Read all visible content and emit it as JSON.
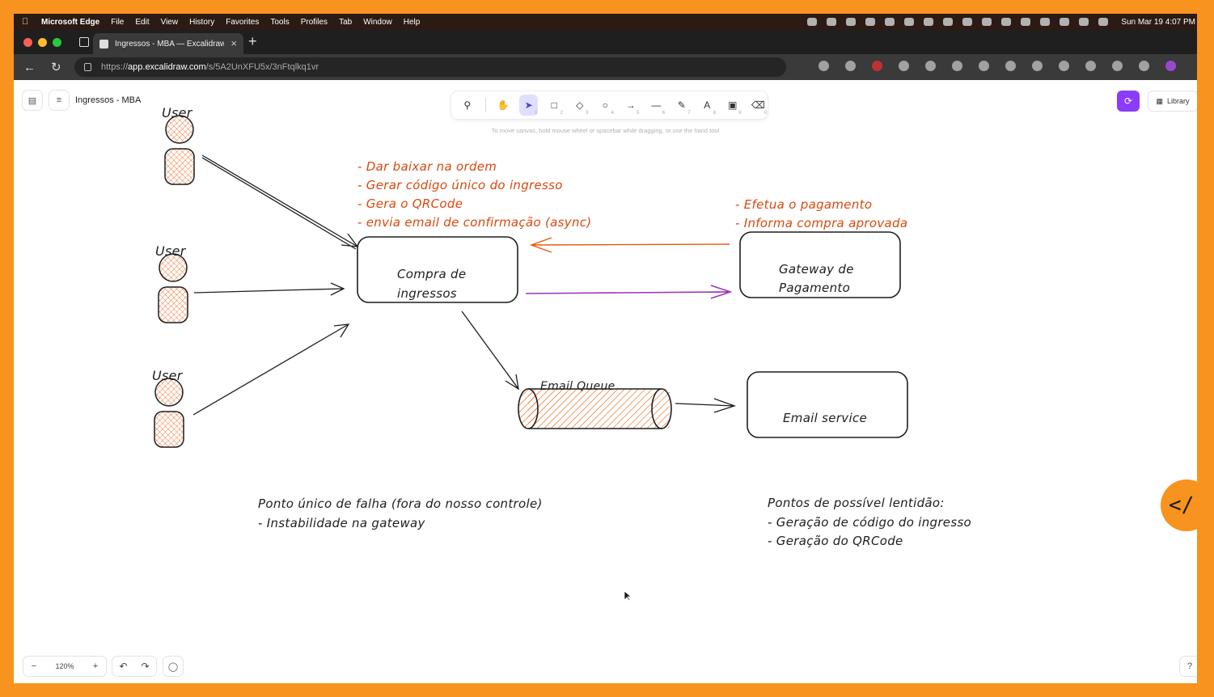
{
  "menubar": {
    "app": "Microsoft Edge",
    "items": [
      "File",
      "Edit",
      "View",
      "History",
      "Favorites",
      "Tools",
      "Profiles",
      "Tab",
      "Window",
      "Help"
    ],
    "clock": "Sun Mar 19  4:07 PM"
  },
  "browser": {
    "tab_title": "Ingressos - MBA — Excalidraw",
    "url_prefix": "https://",
    "url_host": "app.excalidraw.com",
    "url_path": "/s/5A2UnXFU5x/3nFtqlkq1vr"
  },
  "app": {
    "doc_title": "Ingressos - MBA",
    "hint": "To move canvas, hold mouse wheel or spacebar while dragging, or use the hand tool",
    "library_label": "Library",
    "zoom": "120%",
    "tool_numbers": [
      "1",
      "2",
      "3",
      "4",
      "5",
      "6",
      "7",
      "8",
      "9",
      "0"
    ]
  },
  "diagram": {
    "users": [
      "User",
      "User",
      "User"
    ],
    "compra": [
      "Compra de",
      "ingressos"
    ],
    "gateway": [
      "Gateway de",
      "Pagamento"
    ],
    "email_queue": "Email Queue",
    "email_service": "Email service",
    "compra_notes": [
      "- Dar baixar na ordem",
      "- Gerar código único do ingresso",
      "- Gera o QRCode",
      "- envia email de confirmação (async)"
    ],
    "gateway_notes": [
      "- Efetua o pagamento",
      "- Informa compra aprovada"
    ],
    "failure_notes": [
      "Ponto único de falha (fora do nosso controle)",
      "- Instabilidade na gateway"
    ],
    "slowness_notes": [
      "Pontos de possível lentidão:",
      "- Geração de código do ingresso",
      "- Geração do QRCode"
    ]
  },
  "colors": {
    "frame": "#f7931e",
    "note_orange": "#d9480f",
    "arrow_orange": "#e8590c",
    "arrow_purple": "#9c36b5",
    "share_purple": "#8b3cf6"
  }
}
